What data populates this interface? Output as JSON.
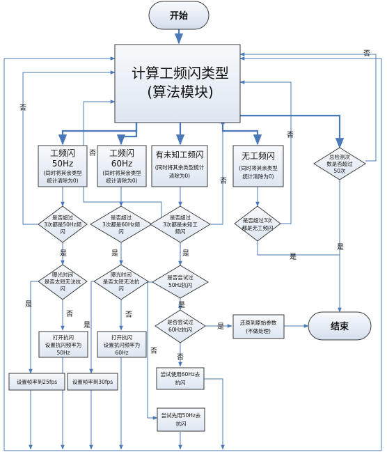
{
  "start": "开始",
  "end": "结束",
  "main_process": [
    "计算工频闪类型",
    "(算法模块)"
  ],
  "types": {
    "t50": [
      "工频闪",
      "50Hz",
      "(同时将其余类型",
      "统计清除为0)"
    ],
    "t60": [
      "工频闪",
      "60Hz",
      "(同时将其余类型",
      "统计清除为0)"
    ],
    "unknown": [
      "有未知工频闪",
      "(同时将其余类型统计",
      "清除为0)"
    ],
    "none": [
      "无工频闪",
      "(同时将其余类型",
      "统计清除为0)"
    ]
  },
  "checks": {
    "c50": [
      "是否超过",
      "3次都是50Hz频",
      "闪"
    ],
    "c60": [
      "是否超过",
      "3次都是60Hz频",
      "闪"
    ],
    "cunk": [
      "是否超过",
      "3次都是未知工",
      "频闪"
    ],
    "cnone": [
      "是否超过3次",
      "都是无工频闪"
    ],
    "total": [
      "总检测次",
      "数是否超过",
      "50次"
    ],
    "exp50": [
      "曝光时间",
      "是否太短无法抗",
      "闪"
    ],
    "exp60": [
      "曝光时间",
      "是否太短无法抗",
      "闪"
    ],
    "try50": [
      "是否尝试过",
      "50Hz抗闪"
    ],
    "try60": [
      "是否尝试过",
      "60Hz抗闪"
    ]
  },
  "actions": {
    "anti50": [
      "打开抗闪",
      "设置抗闪频率为",
      "50Hz"
    ],
    "anti60": [
      "打开抗闪",
      "设置抗闪频率为",
      "60Hz"
    ],
    "fps25": "设置帧率到25fps",
    "fps30": "设置帧率到30fps",
    "restore": [
      "还原到原始参数",
      "(不做处理)"
    ],
    "use60": [
      "尝试使用60Hz去",
      "抗闪"
    ],
    "use50": [
      "尝试先用50Hz去",
      "抗闪"
    ]
  },
  "labels": {
    "yes": "是",
    "no": "否"
  }
}
